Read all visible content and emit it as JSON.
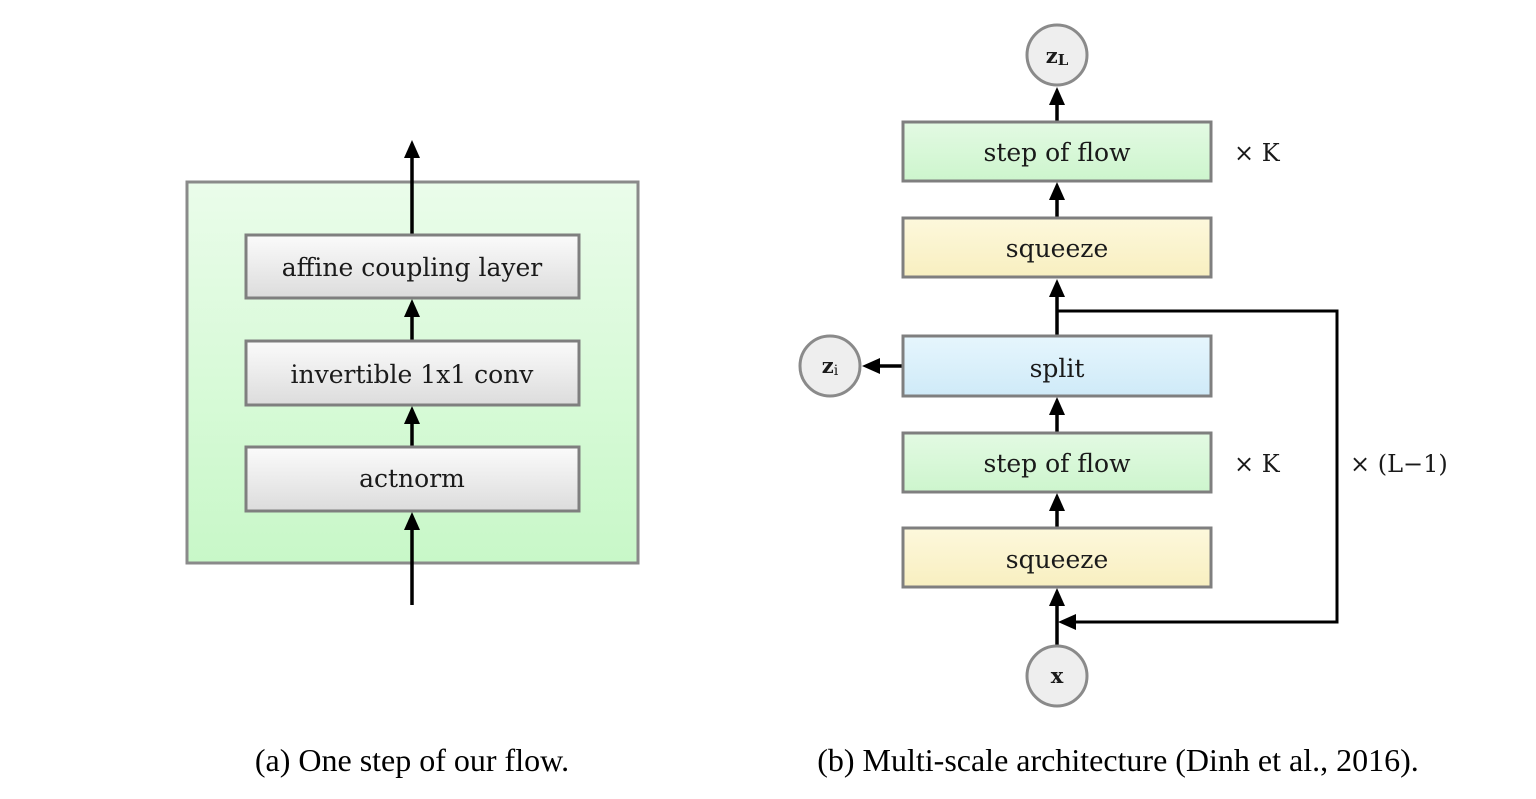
{
  "panel_a": {
    "layers": [
      "affine coupling layer",
      "invertible 1x1 conv",
      "actnorm"
    ],
    "caption": "(a) One step of our flow."
  },
  "panel_b": {
    "output_node": "z",
    "output_node_sub": "L",
    "side_node": "z",
    "side_node_sub": "i",
    "input_node": "x",
    "blocks": {
      "top_step": "step of flow",
      "top_squeeze": "squeeze",
      "split": "split",
      "bottom_step": "step of flow",
      "bottom_squeeze": "squeeze"
    },
    "repeat_top": "× K",
    "repeat_bottom": "× K",
    "repeat_outer": "× (L−1)",
    "caption": "(b) Multi-scale architecture (Dinh et al., 2016)."
  },
  "colors": {
    "green_fill": "#d8f7d8",
    "yellow_fill": "#fbf3cc",
    "blue_fill": "#d9f0fb",
    "gray_fill": "#ececec",
    "node_fill": "#efefef",
    "border": "#888888"
  }
}
